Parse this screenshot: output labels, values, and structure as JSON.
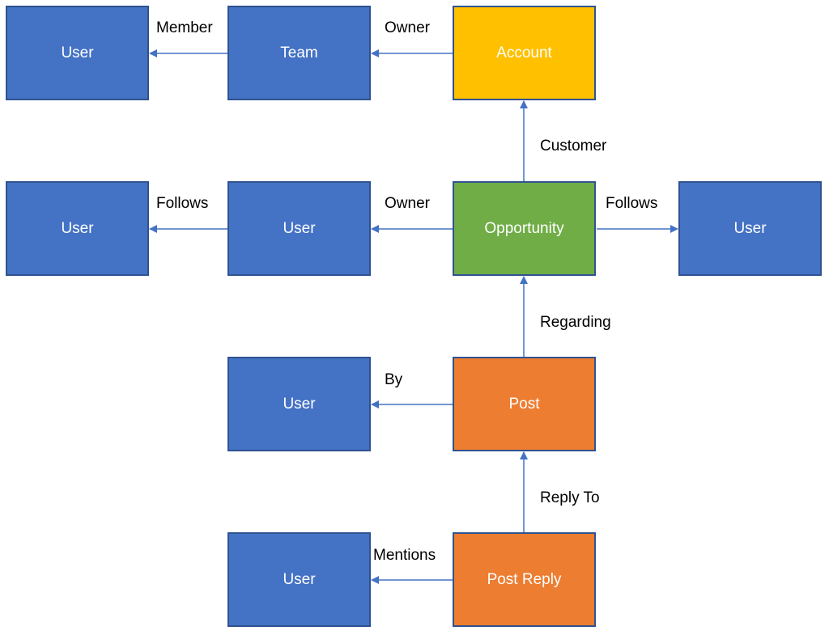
{
  "colors": {
    "user_fill": "#4472c4",
    "account_fill": "#ffc000",
    "opportunity_fill": "#70ad47",
    "post_fill": "#ed7d31",
    "border": "#2f528f",
    "connector": "#4472c4"
  },
  "nodes": {
    "user_member": "User",
    "team": "Team",
    "account": "Account",
    "user_follows_left": "User",
    "user_owner": "User",
    "opportunity": "Opportunity",
    "user_follows_right": "User",
    "user_by": "User",
    "post": "Post",
    "user_mentions": "User",
    "post_reply": "Post Reply"
  },
  "edges": {
    "member": "Member",
    "team_owner": "Owner",
    "customer": "Customer",
    "follows_left": "Follows",
    "opportunity_owner": "Owner",
    "follows_right": "Follows",
    "regarding": "Regarding",
    "by": "By",
    "reply_to": "Reply To",
    "mentions": "Mentions"
  }
}
